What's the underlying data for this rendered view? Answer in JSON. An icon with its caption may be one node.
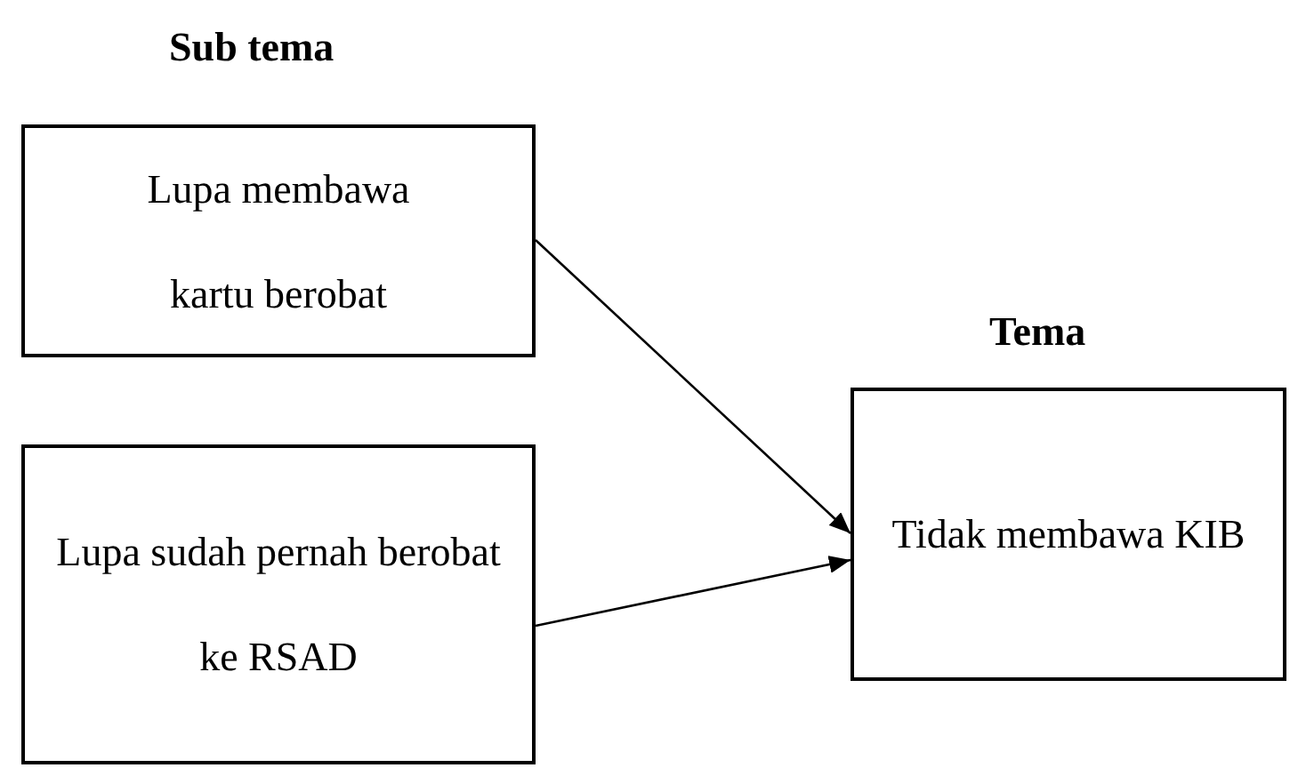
{
  "diagram": {
    "nodes": [
      {
        "text": [
          "Lupa membawa kartu berobat"
        ]
      },
      {
        "text": [
          "Lupa sudah pernah berobat ke RSAD"
        ]
      },
      {
        "text": [
          "Tidak membawa KIB"
        ]
      }
    ],
    "edges": [
      {
        "from": 0,
        "to": 2,
        "arrow": "to"
      },
      {
        "from": 1,
        "to": 2,
        "arrow": "to"
      }
    ],
    "labels": [
      "Sub tema",
      "Tema"
    ]
  }
}
